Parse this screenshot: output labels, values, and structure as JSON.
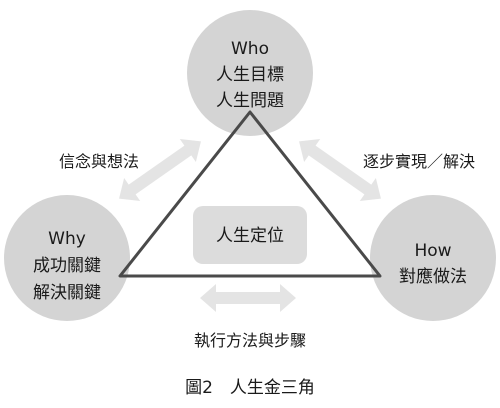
{
  "top_node": {
    "line1": "Who",
    "line2": "人生目標",
    "line3": "人生問題"
  },
  "left_node": {
    "line1": "Why",
    "line2": "成功關鍵",
    "line3": "解決關鍵"
  },
  "right_node": {
    "line1": "How",
    "line2": "對應做法"
  },
  "center_label": "人生定位",
  "left_edge_label": "信念與想法",
  "right_edge_label": "逐步實現／解決",
  "bottom_edge_label": "執行方法與步驟",
  "caption": "圖2　人生金三角",
  "colors": {
    "node_fill": "#d4d4d4",
    "arrow_fill": "#e4e4e4",
    "triangle_stroke": "#4a4a4a",
    "center_box_fill": "#dcdcdc",
    "text": "#1a1a1a"
  }
}
